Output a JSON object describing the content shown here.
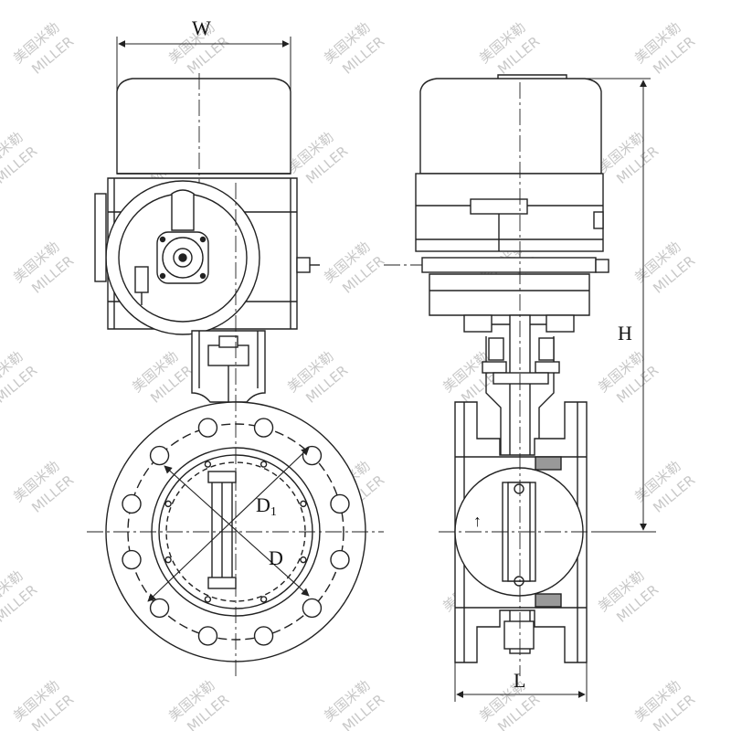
{
  "dimensions": {
    "width_label": "W",
    "height_label": "H",
    "length_label": "L",
    "inner_diameter_label": "D",
    "inner_diameter_sub": "1",
    "outer_diameter_label": "D"
  },
  "flow_arrow": "↑",
  "watermark": {
    "cn": "美国米勒",
    "en": "MILLER"
  },
  "colors": {
    "line": "#222222",
    "fill": "#ffffff",
    "watermark": "#c8c8c8"
  }
}
